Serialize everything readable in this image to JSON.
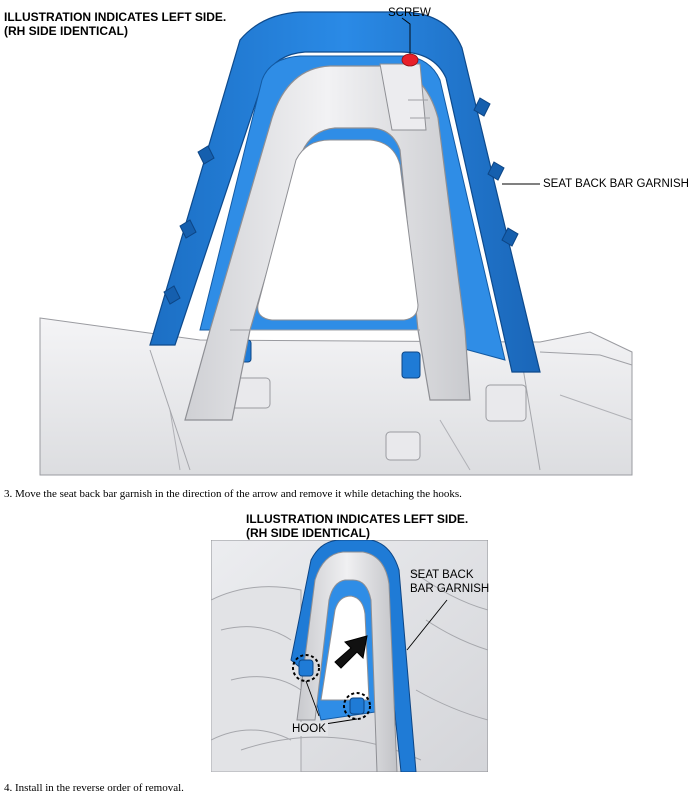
{
  "figure1": {
    "caption_line1": "ILLUSTRATION INDICATES LEFT SIDE.",
    "caption_line2": "(RH SIDE IDENTICAL)",
    "screw_label": "SCREW",
    "garnish_label": "SEAT BACK BAR GARNISH"
  },
  "step3": "3. Move the seat back bar garnish in the direction of the arrow and remove it while detaching the hooks.",
  "figure2": {
    "caption_line1": "ILLUSTRATION INDICATES LEFT SIDE.",
    "caption_line2": "(RH SIDE IDENTICAL)",
    "garnish_label_line1": "SEAT BACK",
    "garnish_label_line2": "BAR GARNISH",
    "hook_label": "HOOK"
  },
  "step4": "4. Install in the reverse order of removal.",
  "colors": {
    "garnish_blue": "#1f7bd6",
    "screw_red": "#e8202a",
    "bar_gray": "#e6e7ea"
  }
}
